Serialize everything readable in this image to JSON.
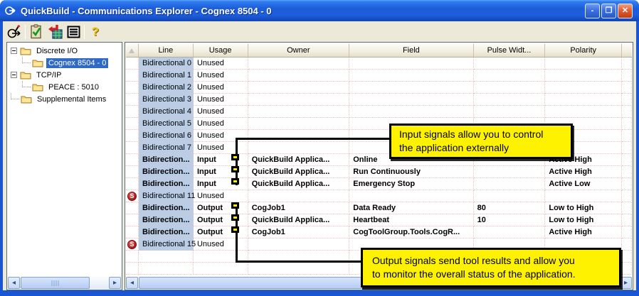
{
  "window": {
    "title": "QuickBuild - Communications Explorer - Cognex 8504 - 0",
    "controls": {
      "minimize": "-",
      "maximize": "❐",
      "close": "✕"
    }
  },
  "toolbar": {
    "buttons": [
      {
        "name": "connection-properties-icon"
      },
      {
        "name": "validate-icon"
      },
      {
        "name": "download-to-device-icon"
      },
      {
        "name": "list-view-icon"
      },
      {
        "name": "help-icon",
        "glyph": "?"
      }
    ]
  },
  "tree": {
    "items": [
      {
        "label": "Discrete I/O",
        "level": 0,
        "expander": true,
        "selected": false
      },
      {
        "label": "Cognex 8504 - 0",
        "level": 1,
        "expander": false,
        "selected": true
      },
      {
        "label": "TCP/IP",
        "level": 0,
        "expander": true,
        "selected": false
      },
      {
        "label": "PEACE : 5010",
        "level": 1,
        "expander": false,
        "selected": false
      },
      {
        "label": "Supplemental Items",
        "level": 0,
        "expander": false,
        "selected": false
      }
    ]
  },
  "table": {
    "columns": [
      {
        "key": "status",
        "label": ""
      },
      {
        "key": "line",
        "label": "Line"
      },
      {
        "key": "usage",
        "label": "Usage"
      },
      {
        "key": "owner",
        "label": "Owner"
      },
      {
        "key": "field",
        "label": "Field"
      },
      {
        "key": "pulsewidth",
        "label": "Pulse Widt..."
      },
      {
        "key": "polarity",
        "label": "Polarity"
      },
      {
        "key": "extra",
        "label": ""
      }
    ],
    "rows": [
      {
        "line": "Bidirectional 0",
        "usage": "Unused",
        "owner": "",
        "field": "",
        "pulse": "",
        "polarity": "",
        "s": false,
        "bold": false
      },
      {
        "line": "Bidirectional 1",
        "usage": "Unused",
        "owner": "",
        "field": "",
        "pulse": "",
        "polarity": "",
        "s": false,
        "bold": false
      },
      {
        "line": "Bidirectional 2",
        "usage": "Unused",
        "owner": "",
        "field": "",
        "pulse": "",
        "polarity": "",
        "s": false,
        "bold": false
      },
      {
        "line": "Bidirectional 3",
        "usage": "Unused",
        "owner": "",
        "field": "",
        "pulse": "",
        "polarity": "",
        "s": false,
        "bold": false
      },
      {
        "line": "Bidirectional 4",
        "usage": "Unused",
        "owner": "",
        "field": "",
        "pulse": "",
        "polarity": "",
        "s": false,
        "bold": false
      },
      {
        "line": "Bidirectional 5",
        "usage": "Unused",
        "owner": "",
        "field": "",
        "pulse": "",
        "polarity": "",
        "s": false,
        "bold": false
      },
      {
        "line": "Bidirectional 6",
        "usage": "Unused",
        "owner": "",
        "field": "",
        "pulse": "",
        "polarity": "",
        "s": false,
        "bold": false
      },
      {
        "line": "Bidirectional 7",
        "usage": "Unused",
        "owner": "",
        "field": "",
        "pulse": "",
        "polarity": "",
        "s": false,
        "bold": false
      },
      {
        "line": "Bidirection...",
        "usage": "Input",
        "owner": "QuickBuild Applica...",
        "field": "Online",
        "pulse": "",
        "polarity": "Active High",
        "s": false,
        "bold": true
      },
      {
        "line": "Bidirection...",
        "usage": "Input",
        "owner": "QuickBuild Applica...",
        "field": "Run Continuously",
        "pulse": "",
        "polarity": "Active High",
        "s": false,
        "bold": true
      },
      {
        "line": "Bidirection...",
        "usage": "Input",
        "owner": "QuickBuild Applica...",
        "field": "Emergency Stop",
        "pulse": "",
        "polarity": "Active Low",
        "s": false,
        "bold": true
      },
      {
        "line": "Bidirectional 11",
        "usage": "Unused",
        "owner": "",
        "field": "",
        "pulse": "",
        "polarity": "",
        "s": true,
        "bold": false
      },
      {
        "line": "Bidirection...",
        "usage": "Output",
        "owner": "CogJob1",
        "field": "Data Ready",
        "pulse": "80",
        "polarity": "Low to High",
        "s": false,
        "bold": true
      },
      {
        "line": "Bidirection...",
        "usage": "Output",
        "owner": "QuickBuild Applica...",
        "field": "Heartbeat",
        "pulse": "10",
        "polarity": "Low to High",
        "s": false,
        "bold": true
      },
      {
        "line": "Bidirection...",
        "usage": "Output",
        "owner": "CogJob1",
        "field": "CogToolGroup.Tools.CogR...",
        "pulse": "",
        "polarity": "Active High",
        "s": false,
        "bold": true
      },
      {
        "line": "Bidirectional 15",
        "usage": "Unused",
        "owner": "",
        "field": "",
        "pulse": "",
        "polarity": "",
        "s": true,
        "bold": false
      }
    ]
  },
  "callouts": {
    "input": "Input signals allow you to control\nthe application externally",
    "output": "Output signals send tool results and allow you\nto monitor the overall status of the application."
  },
  "colors": {
    "callout_bg": "#FFF200",
    "anchor_bg": "#FFF200",
    "line_column_bg": "#B9CDE6",
    "selected_tree_bg": "#316AC5",
    "titlebar_blue": "#1C5CD8",
    "status_icon_red": "#A61818"
  }
}
